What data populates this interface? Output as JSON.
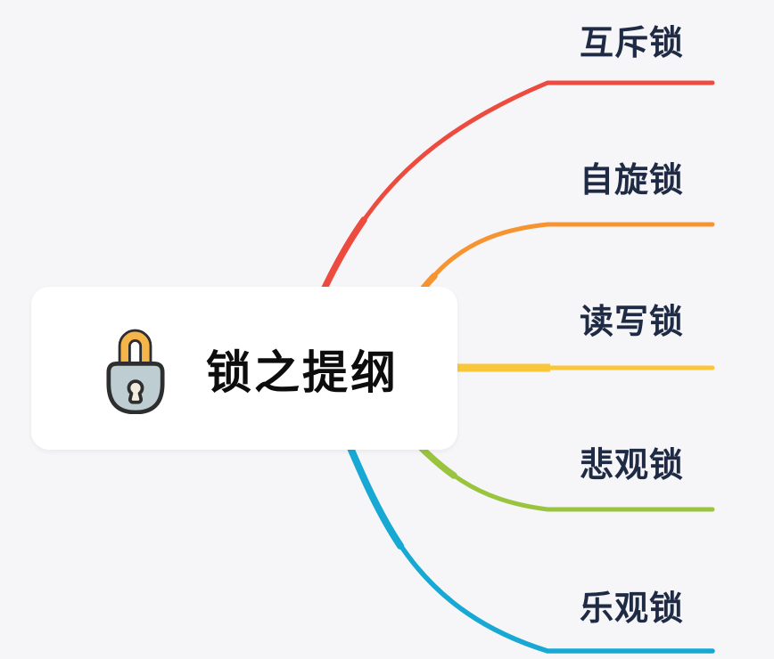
{
  "canvas": {
    "background": "#f6f6f8"
  },
  "central_topic": {
    "label": "锁之提纲",
    "background": "#ffffff",
    "text_color": "#0d0d0d",
    "icon": {
      "name": "lock-icon",
      "shackle_color": "#f6b54a",
      "body_color": "#bdcdd2",
      "outline_color": "#2e2e2e",
      "keyhole_color": "#f3eddf"
    }
  },
  "branch_label_color": "#1f2b45",
  "branches": [
    {
      "id": "mutex",
      "label": "互斥锁",
      "color": "#ee4b40"
    },
    {
      "id": "spin",
      "label": "自旋锁",
      "color": "#f79432"
    },
    {
      "id": "readwrite",
      "label": "读写锁",
      "color": "#fac63a"
    },
    {
      "id": "pessimistic",
      "label": "悲观锁",
      "color": "#9bc43e"
    },
    {
      "id": "optimistic",
      "label": "乐观锁",
      "color": "#17a8d4"
    }
  ]
}
